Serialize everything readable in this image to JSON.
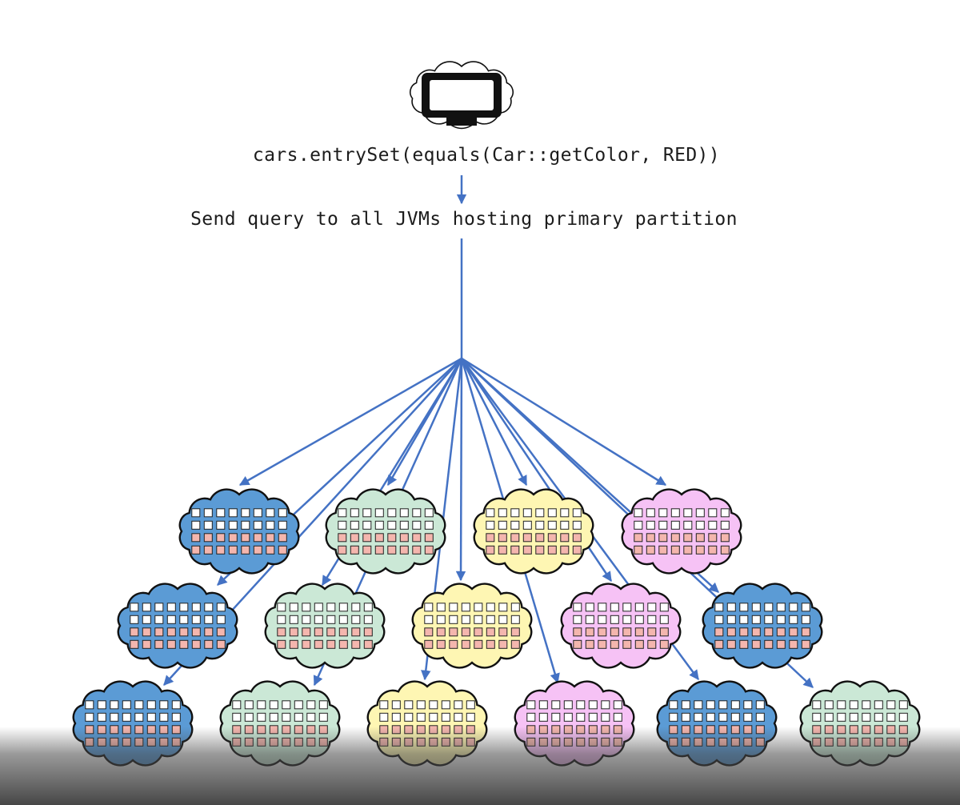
{
  "query_text": "cars.entrySet(equals(Car::getColor, RED))",
  "step_text": "Send query to all JVMs hosting primary partition",
  "client_icon": "monitor-icon",
  "colors": {
    "arrow": "#4472c4",
    "cloud_outline": "#111111",
    "grid_cell": "#ffffff",
    "result_cell": "#f4b6ae",
    "blue": "#5b9bd5",
    "green": "#cbe8d6",
    "yellow": "#fef6b3",
    "pink": "#f6c2f5"
  },
  "jvm_nodes": [
    {
      "color": "blue"
    },
    {
      "color": "green"
    },
    {
      "color": "yellow"
    },
    {
      "color": "pink"
    },
    {
      "color": "blue"
    },
    {
      "color": "green"
    },
    {
      "color": "yellow"
    },
    {
      "color": "pink"
    },
    {
      "color": "blue"
    },
    {
      "color": "blue"
    },
    {
      "color": "green"
    },
    {
      "color": "yellow"
    },
    {
      "color": "pink"
    },
    {
      "color": "blue"
    },
    {
      "color": "green"
    }
  ]
}
